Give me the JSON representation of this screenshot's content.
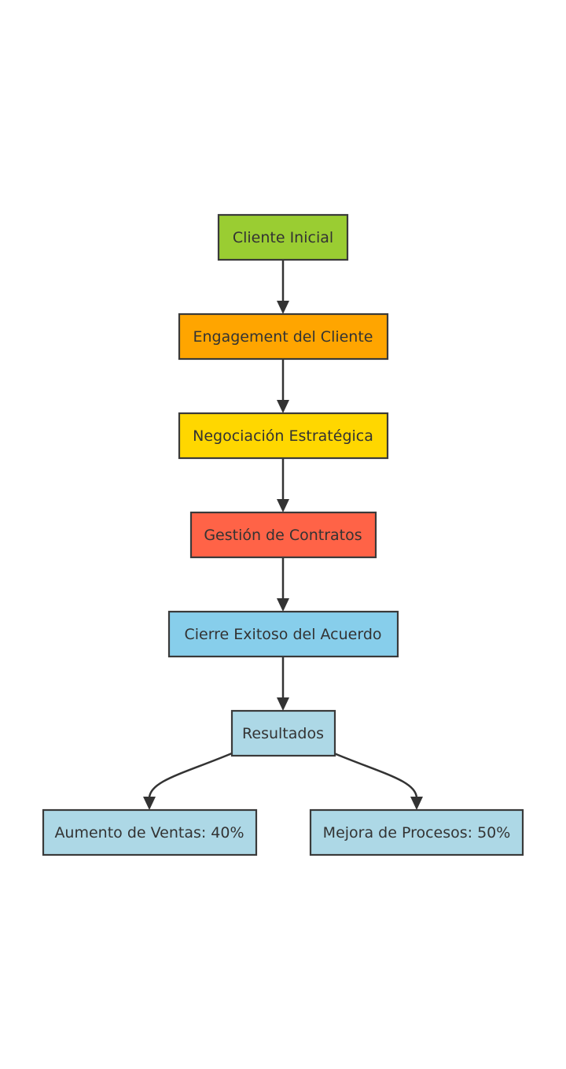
{
  "diagram": {
    "type": "flowchart",
    "direction": "top-down",
    "nodes": {
      "cliente_inicial": {
        "label": "Cliente Inicial",
        "fill": "#9ACD32"
      },
      "engagement": {
        "label": "Engagement del Cliente",
        "fill": "#FFA500"
      },
      "negociacion": {
        "label": "Negociación Estratégica",
        "fill": "#FFD700"
      },
      "gestion": {
        "label": "Gestión de Contratos",
        "fill": "#FF6347"
      },
      "cierre": {
        "label": "Cierre Exitoso del Acuerdo",
        "fill": "#87CEEB"
      },
      "resultados": {
        "label": "Resultados",
        "fill": "#ADD8E6"
      },
      "aumento_ventas": {
        "label": "Aumento de Ventas: 40%",
        "fill": "#ADD8E6"
      },
      "mejora_procesos": {
        "label": "Mejora de Procesos: 50%",
        "fill": "#ADD8E6"
      }
    },
    "edges": [
      {
        "from": "cliente_inicial",
        "to": "engagement"
      },
      {
        "from": "engagement",
        "to": "negociacion"
      },
      {
        "from": "negociacion",
        "to": "gestion"
      },
      {
        "from": "gestion",
        "to": "cierre"
      },
      {
        "from": "cierre",
        "to": "resultados"
      },
      {
        "from": "resultados",
        "to": "aumento_ventas"
      },
      {
        "from": "resultados",
        "to": "mejora_procesos"
      }
    ],
    "colors": {
      "border": "#3a3a3a",
      "edge": "#333333",
      "text": "#333333",
      "background": "#ffffff"
    }
  }
}
